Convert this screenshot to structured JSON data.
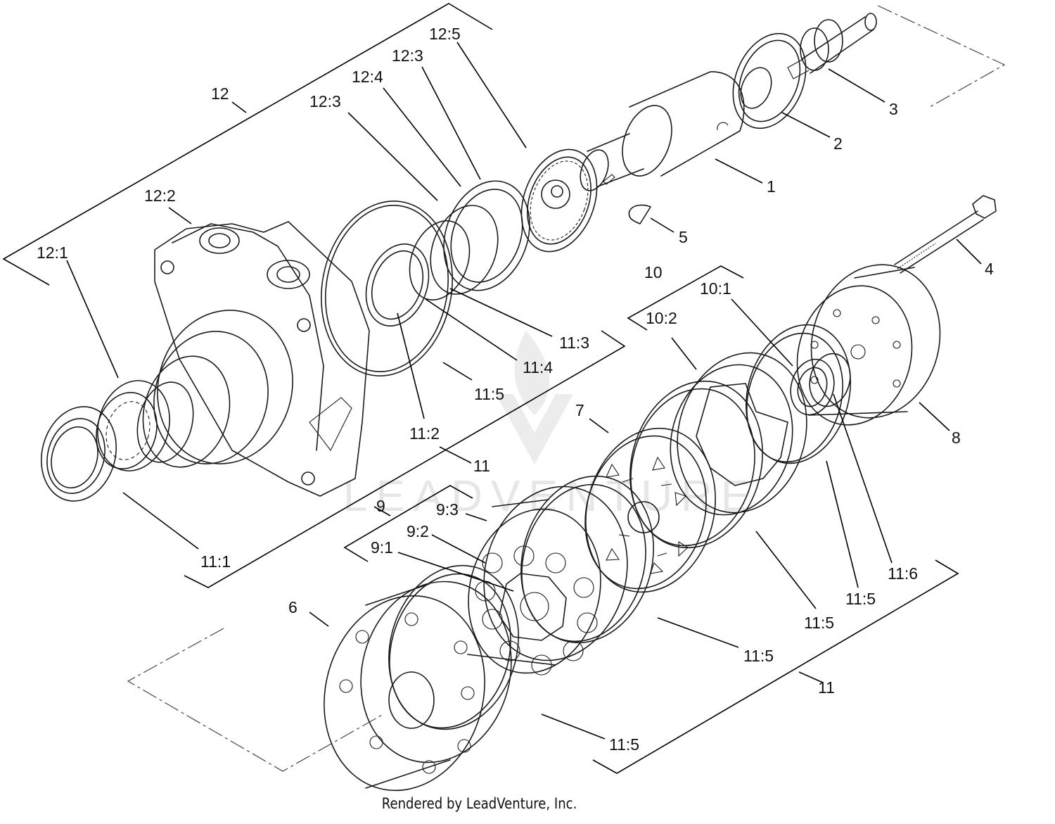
{
  "watermark": {
    "text": "LEADVENTURE"
  },
  "footer": {
    "text": "Rendered by LeadVenture, Inc."
  },
  "callouts": [
    {
      "id": "c-12",
      "text": "12"
    },
    {
      "id": "c-12-5",
      "text": "12:5"
    },
    {
      "id": "c-12-3a",
      "text": "12:3"
    },
    {
      "id": "c-12-4",
      "text": "12:4"
    },
    {
      "id": "c-12-3b",
      "text": "12:3"
    },
    {
      "id": "c-12-2",
      "text": "12:2"
    },
    {
      "id": "c-12-1",
      "text": "12:1"
    },
    {
      "id": "c-3",
      "text": "3"
    },
    {
      "id": "c-2",
      "text": "2"
    },
    {
      "id": "c-1",
      "text": "1"
    },
    {
      "id": "c-5",
      "text": "5"
    },
    {
      "id": "c-4",
      "text": "4"
    },
    {
      "id": "c-10",
      "text": "10"
    },
    {
      "id": "c-10-1",
      "text": "10:1"
    },
    {
      "id": "c-10-2",
      "text": "10:2"
    },
    {
      "id": "c-11-3",
      "text": "11:3"
    },
    {
      "id": "c-11-4",
      "text": "11:4"
    },
    {
      "id": "c-11-5a",
      "text": "11:5"
    },
    {
      "id": "c-11-2",
      "text": "11:2"
    },
    {
      "id": "c-11a",
      "text": "11"
    },
    {
      "id": "c-11-1",
      "text": "11:1"
    },
    {
      "id": "c-7",
      "text": "7"
    },
    {
      "id": "c-8",
      "text": "8"
    },
    {
      "id": "c-9",
      "text": "9"
    },
    {
      "id": "c-9-3",
      "text": "9:3"
    },
    {
      "id": "c-9-2",
      "text": "9:2"
    },
    {
      "id": "c-9-1",
      "text": "9:1"
    },
    {
      "id": "c-6",
      "text": "6"
    },
    {
      "id": "c-11-6",
      "text": "11:6"
    },
    {
      "id": "c-11-5b",
      "text": "11:5"
    },
    {
      "id": "c-11-5c",
      "text": "11:5"
    },
    {
      "id": "c-11-5d",
      "text": "11:5"
    },
    {
      "id": "c-11b",
      "text": "11"
    },
    {
      "id": "c-11-5e",
      "text": "11:5"
    }
  ]
}
